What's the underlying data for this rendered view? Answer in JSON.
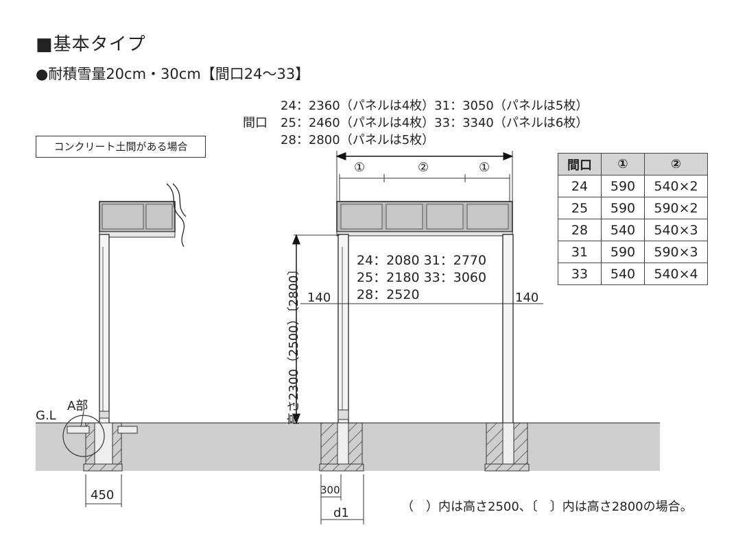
{
  "title": "■基本タイプ",
  "subtitle": "●耐積雪量20cm・30cm【間口24～33】",
  "width_spec": {
    "label": "間口",
    "lines": [
      "24：2360（パネルは4枚）31：3050（パネルは5枚）",
      "25：2460（パネルは4枚）33：3340（パネルは6枚）",
      "28：2800（パネルは5枚）"
    ]
  },
  "concrete_label": "コンクリート土間がある場合",
  "panel_table": {
    "headers": [
      "間口",
      "①",
      "②"
    ],
    "rows": [
      [
        "24",
        "590",
        "540×2"
      ],
      [
        "25",
        "590",
        "590×2"
      ],
      [
        "28",
        "540",
        "540×3"
      ],
      [
        "31",
        "590",
        "590×3"
      ],
      [
        "33",
        "540",
        "540×4"
      ]
    ]
  },
  "depth_spec": [
    "24：2080 31：2770",
    "25：2180 33：3060",
    "28：2520"
  ],
  "dimensions": {
    "panel_1": "①",
    "panel_2": "②",
    "offset_left": "140",
    "offset_right": "140",
    "height": "高さ2300（2500）〔2800〕",
    "foundation_width": "450",
    "post_width": "300",
    "depth": "d1",
    "ground_line": "G.L",
    "detail_a": "A部"
  },
  "footnote": "（　）内は高さ2500、〔　〕内は高さ2800の場合。"
}
